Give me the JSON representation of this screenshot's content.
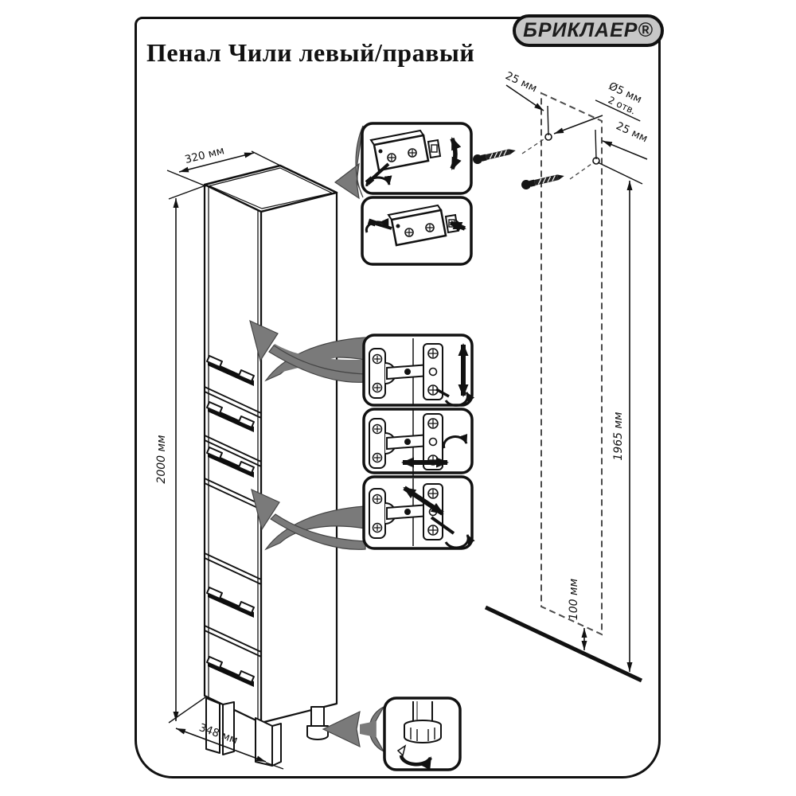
{
  "document": {
    "title": "Пенал Чили левый/правый",
    "brand_badge": "БРИКЛАЕР®"
  },
  "cabinet": {
    "width_label": "320 мм",
    "height_label": "2000 мм",
    "depth_label": "348 мм"
  },
  "wall_mounting": {
    "left_hole_offset_label": "25 мм",
    "hole_diameter_label": "Ø5 мм",
    "hole_count_label": "2 отв.",
    "right_hole_offset_label": "25 мм",
    "mounting_height_label": "1965 мм",
    "floor_clearance_label": "100 мм"
  },
  "colors": {
    "line": "#1a1a1a",
    "badge_fill": "#c7c7c7",
    "callout_gray": "#7a7a7a",
    "background": "#ffffff"
  }
}
